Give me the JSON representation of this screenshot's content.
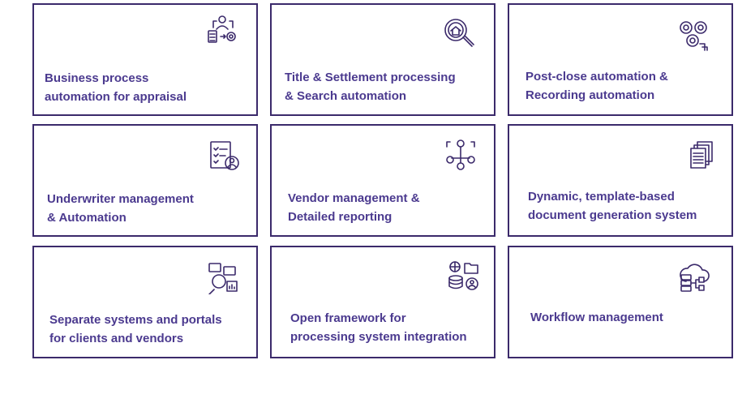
{
  "cards": [
    {
      "title": "Business process\nautomation for appraisal",
      "icon": "workflow-person-gear-icon"
    },
    {
      "title": "Title & Settlement processing\n& Search automation",
      "icon": "magnifier-house-icon"
    },
    {
      "title": "Post-close automation &\nRecording automation",
      "icon": "gears-hand-icon"
    },
    {
      "title": "Underwriter management\n& Automation",
      "icon": "checklist-user-icon"
    },
    {
      "title": "Vendor management &\nDetailed reporting",
      "icon": "network-users-icon"
    },
    {
      "title": "Dynamic, template-based\ndocument generation system",
      "icon": "stacked-documents-icon"
    },
    {
      "title": "Separate systems and portals\nfor clients and vendors",
      "icon": "search-portal-icon"
    },
    {
      "title": "Open framework for\nprocessing system integration",
      "icon": "database-globe-folder-icon"
    },
    {
      "title": "Workflow management",
      "icon": "cloud-workflow-icon"
    }
  ],
  "colors": {
    "border": "#3b2a6b",
    "text": "#4b3a8f"
  }
}
